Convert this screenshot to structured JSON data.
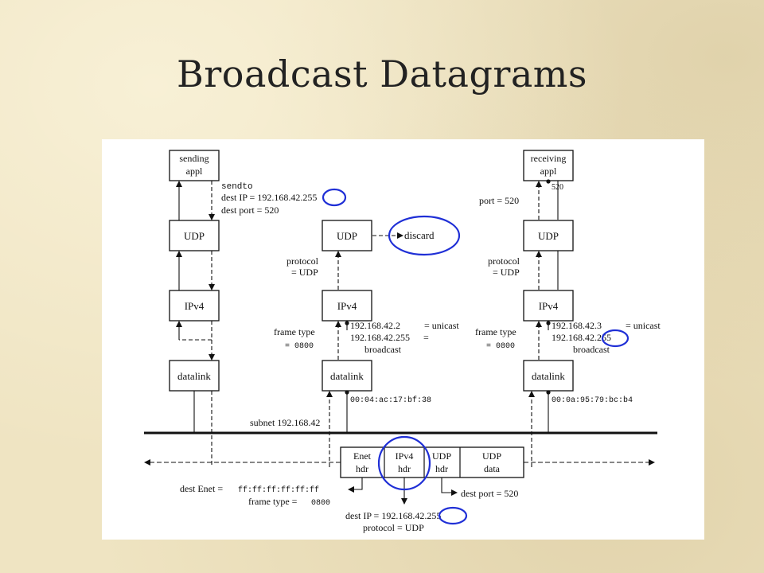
{
  "slide": {
    "title": "Broadcast Datagrams"
  },
  "colors": {
    "highlight": "#1f2fd6",
    "background": "#efe4c2"
  },
  "sender": {
    "appl_line1": "sending",
    "appl_line2": "appl",
    "udp": "UDP",
    "ipv4": "IPv4",
    "datalink": "datalink",
    "call": "sendto",
    "dest_ip": "dest IP = 192.168.42.255",
    "dest_port": "dest port = 520"
  },
  "middle": {
    "udp": "UDP",
    "ipv4": "IPv4",
    "datalink": "datalink",
    "discard": "discard",
    "protocol_line1": "protocol",
    "protocol_line2": "= UDP",
    "frame_line1": "frame type",
    "frame_line2": "= 0800",
    "ip_unicast": "192.168.42.2",
    "unicast": "= unicast",
    "ip_broadcast": "192.168.42.255",
    "eq": "=",
    "broadcast": "broadcast",
    "mac": "00:04:ac:17:bf:38"
  },
  "receiver": {
    "appl_line1": "receiving",
    "appl_line2": "appl",
    "port_num": "520",
    "port": "port = 520",
    "udp": "UDP",
    "ipv4": "IPv4",
    "datalink": "datalink",
    "protocol_line1": "protocol",
    "protocol_line2": "= UDP",
    "frame_line1": "frame type",
    "frame_line2": "= 0800",
    "ip_unicast": "192.168.42.3",
    "unicast": "= unicast",
    "ip_broadcast": "192.168.42.255",
    "broadcast": "broadcast",
    "mac": "00:0a:95:79:bc:b4"
  },
  "network": {
    "subnet": "subnet 192.168.42"
  },
  "frame": {
    "cells": [
      {
        "line1": "Enet",
        "line2": "hdr"
      },
      {
        "line1": "IPv4",
        "line2": "hdr"
      },
      {
        "line1": "UDP",
        "line2": "hdr"
      },
      {
        "line1": "UDP",
        "line2": "data"
      }
    ],
    "dest_enet_label": "dest Enet =",
    "dest_enet_value": "ff:ff:ff:ff:ff:ff",
    "frame_type_label": "frame type =",
    "frame_type_value": "0800",
    "dest_port": "dest port = 520",
    "dest_ip": "dest IP = 192.168.42.255",
    "protocol": "protocol = UDP"
  }
}
